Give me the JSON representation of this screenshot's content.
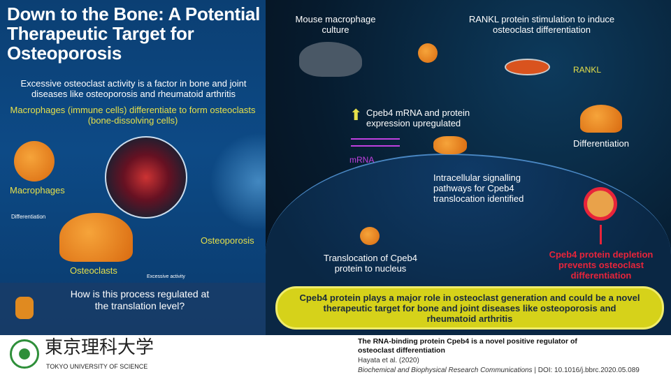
{
  "title": "Down to the Bone: A Potential Therapeutic Target for Osteoporosis",
  "left": {
    "intro": "Excessive osteoclast activity is a factor in bone and joint diseases like osteoporosis and rheumatoid arthritis",
    "sub": "Macrophages (immune cells) differentiate to form osteoclasts (bone-dissolving cells)",
    "macrophages": "Macrophages",
    "differentiation": "Differentiation",
    "osteoclasts": "Osteoclasts",
    "excessive": "Excessive activity",
    "osteoporosis": "Osteoporosis",
    "question": "How is this process regulated at the translation level?"
  },
  "right": {
    "mouse": "Mouse macrophage culture",
    "rankl_stim": "RANKL protein stimulation to induce osteoclast differentiation",
    "rankl": "RANKL",
    "cpeb4_up": "Cpeb4 mRNA and protein expression upregulated",
    "mrna": "mRNA",
    "differentiation": "Differentiation",
    "signalling": "Intracellular signalling pathways for Cpeb4 translocation identified",
    "translocation": "Translocation of Cpeb4 protein to nucleus",
    "depletion": "Cpeb4 protein depletion prevents osteoclast differentiation",
    "conclusion": "Cpeb4 protein plays a major role in osteoclast generation and could be a novel therapeutic target for bone and joint diseases like osteoporosis and rheumatoid arthritis"
  },
  "footer": {
    "logo_jp": "東京理科大学",
    "logo_en": "TOKYO UNIVERSITY OF SCIENCE",
    "paper_title": "The RNA-binding protein Cpeb4 is a novel positive regulator of osteoclast differentiation",
    "authors": "Hayata et al. (2020)",
    "journal": "Biochemical and Biophysical Research Communications",
    "doi": "| DOI: 10.1016/j.bbrc.2020.05.089"
  },
  "colors": {
    "accent_yellow": "#e6e04a",
    "red": "#e8243a",
    "navy": "#0b3f73"
  }
}
